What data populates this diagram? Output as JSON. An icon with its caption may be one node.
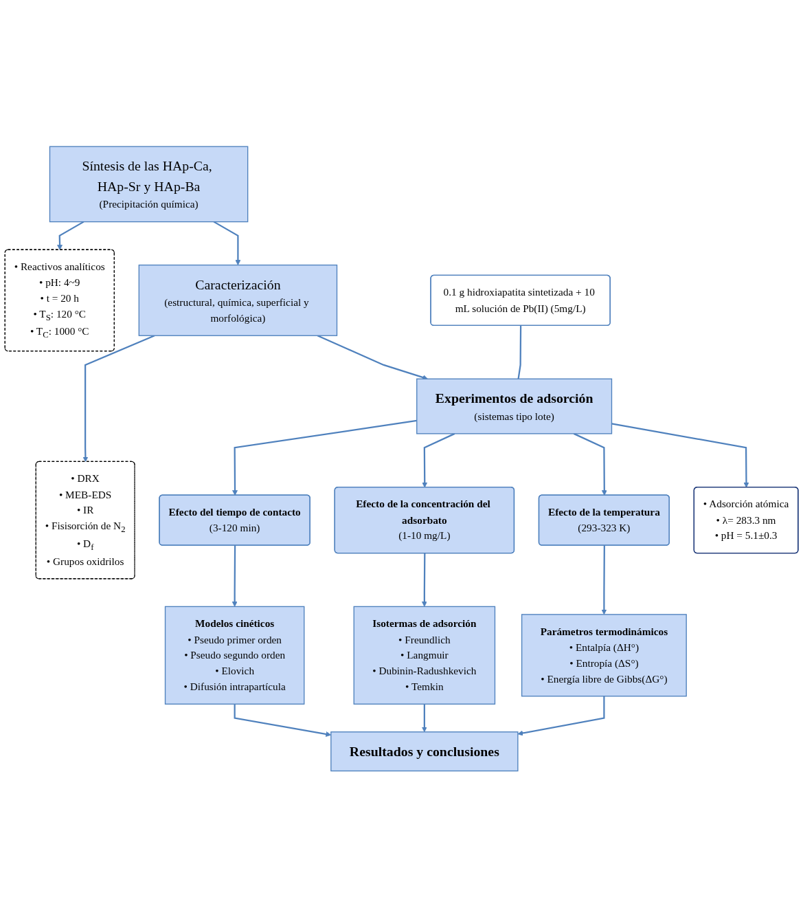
{
  "diagram": {
    "nodes": [
      {
        "text": [
          "Síntesis de las HAp-Ca, HAp-Sr y HAp-Ba",
          "(Precipitación química)"
        ]
      },
      {
        "text": [
          "• Reactivos analíticos",
          "• pH: 4~9",
          "• t = 20 h",
          "• T$_{S}$: 120 °C",
          "• T$_{C}$: 1000 °C"
        ]
      },
      {
        "text": [
          "Caracterización",
          "(estructural, química, superficial y morfológica)"
        ]
      },
      {
        "text": [
          "• DRX",
          "• MEB-EDS",
          "• IR",
          "• Fisisorción de N$_{2}$",
          "• D$_{f}$",
          "• Grupos oxidrilos"
        ]
      },
      {
        "text": [
          "0.1 g hidroxiapatita sintetizada + 10 mL solución de Pb(II) (5mg/L)"
        ]
      },
      {
        "text": [
          "Experimentos de adsorción",
          "(sistemas tipo lote)"
        ]
      },
      {
        "text": [
          "• Adsorción atómica",
          "• λ= 283.3 nm",
          "• pH = 5.1±0.3"
        ]
      },
      {
        "text": [
          "Efecto del tiempo de contacto",
          "(3-120 min)"
        ]
      },
      {
        "text": [
          "Efecto de la concentración del adsorbato",
          "(1-10 mg/L)"
        ]
      },
      {
        "text": [
          "Efecto de la temperatura",
          "(293-323 K)"
        ]
      },
      {
        "text": [
          "Modelos cinéticos",
          "• Pseudo primer orden",
          "• Pseudo segundo orden",
          "• Elovich",
          "• Difusión intrapartícula"
        ]
      },
      {
        "text": [
          "Isotermas de adsorción",
          "• Freundlich",
          "• Langmuir",
          "• Dubinin-Radushkevich",
          "• Temkin"
        ]
      },
      {
        "text": [
          "Parámetros termodinámicos",
          "• Entalpía (ΔH°)",
          "• Entropía (ΔS°)",
          "• Energía libre de Gibbs(ΔG°)"
        ]
      },
      {
        "text": [
          "Resultados y conclusiones"
        ]
      }
    ],
    "edges": [
      {
        "from": 0,
        "to": 1,
        "arrow": "to"
      },
      {
        "from": 0,
        "to": 2,
        "arrow": "to"
      },
      {
        "from": 2,
        "to": 3,
        "arrow": "to"
      },
      {
        "from": 2,
        "to": 5,
        "arrow": "to"
      },
      {
        "from": 4,
        "to": 5,
        "arrow": "none"
      },
      {
        "from": 5,
        "to": 6,
        "arrow": "to"
      },
      {
        "from": 5,
        "to": 7,
        "arrow": "to"
      },
      {
        "from": 5,
        "to": 8,
        "arrow": "to"
      },
      {
        "from": 5,
        "to": 9,
        "arrow": "to"
      },
      {
        "from": 7,
        "to": 10,
        "arrow": "to"
      },
      {
        "from": 8,
        "to": 11,
        "arrow": "to"
      },
      {
        "from": 9,
        "to": 12,
        "arrow": "to"
      },
      {
        "from": 10,
        "to": 13,
        "arrow": "to"
      },
      {
        "from": 11,
        "to": 13,
        "arrow": "to"
      },
      {
        "from": 12,
        "to": 13,
        "arrow": "to"
      }
    ]
  }
}
